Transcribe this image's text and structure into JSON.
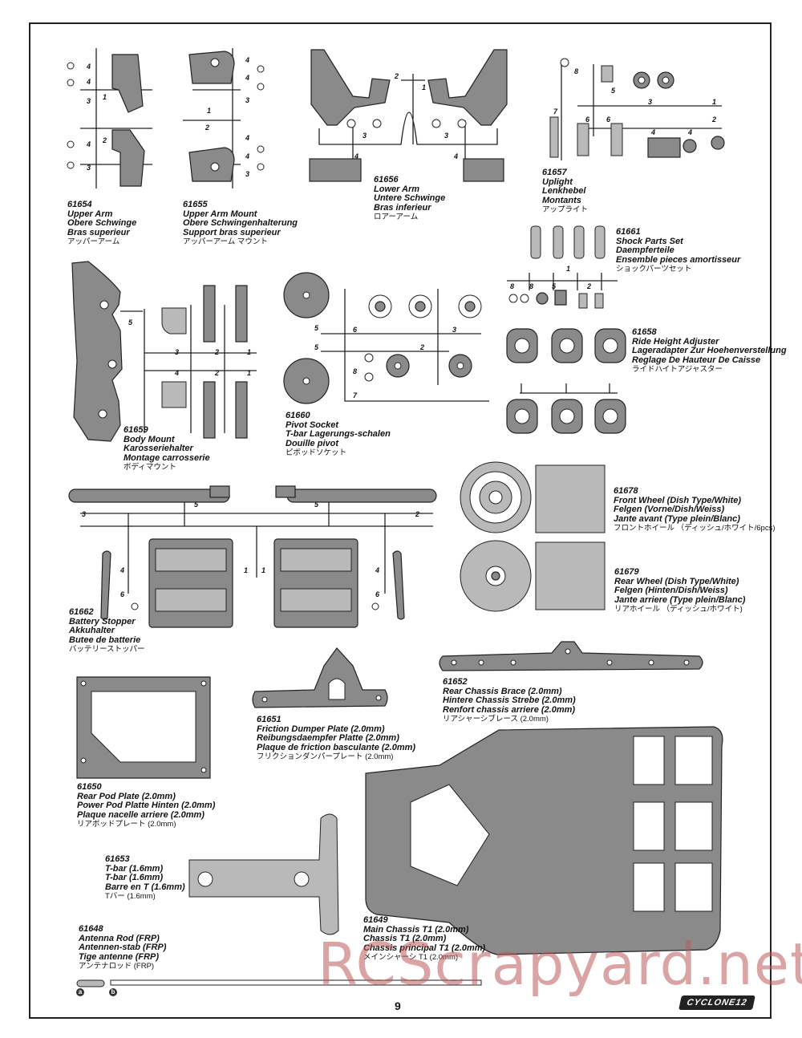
{
  "page_number": "9",
  "brand_logo": "CYCLONE12",
  "watermark": "RCScrapyard.net",
  "parts": {
    "p61654": {
      "pn": "61654",
      "lines": [
        "Upper Arm",
        "Obere Schwinge",
        "Bras superieur"
      ],
      "jp": "アッパーアーム"
    },
    "p61655": {
      "pn": "61655",
      "lines": [
        "Upper Arm Mount",
        "Obere Schwingenhalterung",
        "Support bras superieur"
      ],
      "jp": "アッパーアーム マウント"
    },
    "p61656": {
      "pn": "61656",
      "lines": [
        "Lower Arm",
        "Untere Schwinge",
        "Bras inferieur"
      ],
      "jp": "ロアーアーム"
    },
    "p61657": {
      "pn": "61657",
      "lines": [
        "Uplight",
        "Lenkhebel",
        "Montants"
      ],
      "jp": "アップライト"
    },
    "p61661": {
      "pn": "61661",
      "lines": [
        "Shock Parts Set",
        "Daempferteile",
        "Ensemble pieces amortisseur"
      ],
      "jp": "ショックパーツセット"
    },
    "p61659": {
      "pn": "61659",
      "lines": [
        "Body Mount",
        "Karosseriehalter",
        "Montage carrosserie"
      ],
      "jp": "ボディマウント"
    },
    "p61660": {
      "pn": "61660",
      "lines": [
        "Pivot Socket",
        "T-bar Lagerungs-schalen",
        "Douille pivot"
      ],
      "jp": "ピボッドソケット"
    },
    "p61658": {
      "pn": "61658",
      "lines": [
        "Ride Height Adjuster",
        "Lageradapter Zur Hoehenverstellung",
        "Reglage De Hauteur De Caisse"
      ],
      "jp": "ライドハイトアジャスター"
    },
    "p61678": {
      "pn": "61678",
      "lines": [
        "Front Wheel (Dish Type/White)",
        "Felgen (Vorne/Dish/Weiss)",
        "Jante avant (Type plein/Blanc)"
      ],
      "jp": "フロントホイール （ディッシュ/ホワイト/6pcs)"
    },
    "p61679": {
      "pn": "61679",
      "lines": [
        "Rear Wheel (Dish Type/White)",
        "Felgen (Hinten/Dish/Weiss)",
        "Jante arriere (Type plein/Blanc)"
      ],
      "jp": "リアホイール （ディッシュ/ホワイト)"
    },
    "p61662": {
      "pn": "61662",
      "lines": [
        "Battery Stopper",
        "Akkuhalter",
        "Butee de batterie"
      ],
      "jp": "バッテリーストッパー"
    },
    "p61652": {
      "pn": "61652",
      "lines": [
        "Rear Chassis Brace (2.0mm)",
        "Hintere Chassis Strebe (2.0mm)",
        "Renfort chassis arriere (2.0mm)"
      ],
      "jp": "リアシャーシブレース (2.0mm)"
    },
    "p61651": {
      "pn": "61651",
      "lines": [
        "Friction Dumper Plate (2.0mm)",
        "Reibungsdaempfer Platte (2.0mm)",
        "Plaque de friction basculante (2.0mm)"
      ],
      "jp": "フリクションダンパープレート (2.0mm)"
    },
    "p61650": {
      "pn": "61650",
      "lines": [
        "Rear Pod Plate (2.0mm)",
        "Power Pod Platte Hinten (2.0mm)",
        "Plaque nacelle arriere (2.0mm)"
      ],
      "jp": "リアポッドプレート (2.0mm)"
    },
    "p61653": {
      "pn": "61653",
      "lines": [
        "T-bar (1.6mm)",
        "T-bar (1.6mm)",
        "Barre en T (1.6mm)"
      ],
      "jp": "Tバー (1.6mm)"
    },
    "p61648": {
      "pn": "61648",
      "lines": [
        "Antenna Rod (FRP)",
        "Antennen-stab (FRP)",
        "Tige antenne (FRP)"
      ],
      "jp": "アンテナロッド (FRP)"
    },
    "p61649": {
      "pn": "61649",
      "lines": [
        "Main Chassis T1 (2.0mm)",
        "Chassis T1 (2.0mm)",
        "Chassis principal T1 (2.0mm)"
      ],
      "jp": "メインシャーシ T1 (2.0mm)"
    }
  },
  "antenna_marks": [
    "a",
    "b"
  ]
}
